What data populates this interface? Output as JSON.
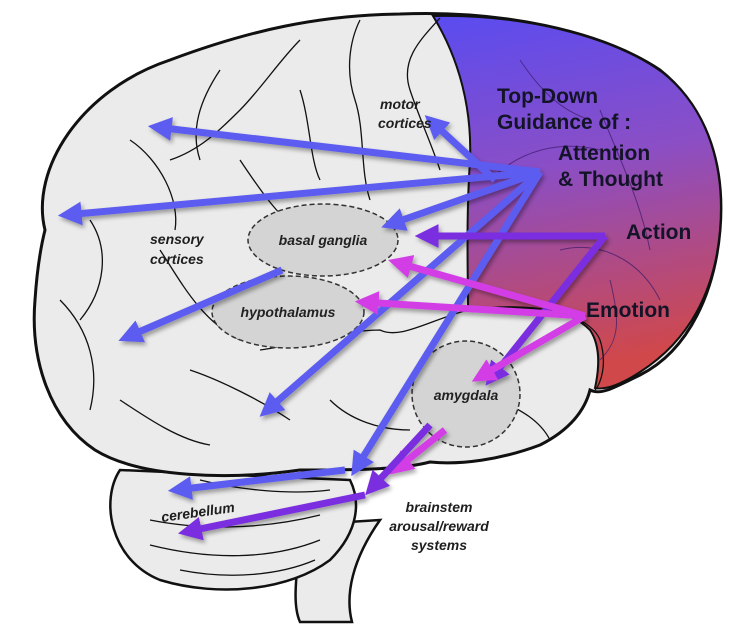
{
  "title_lines": [
    "Top-Down",
    "Guidance of :"
  ],
  "pfc_functions": {
    "attention_lines": [
      "Attention",
      "& Thought"
    ],
    "action": "Action",
    "emotion": "Emotion"
  },
  "regions": {
    "motor_cortices": [
      "motor",
      "cortices"
    ],
    "sensory_cortices": [
      "sensory",
      "cortices"
    ],
    "basal_ganglia": "basal ganglia",
    "hypothalamus": "hypothalamus",
    "amygdala": "amygdala",
    "cerebellum": "cerebellum",
    "brainstem": [
      "brainstem",
      "arousal/reward",
      "systems"
    ]
  },
  "colors": {
    "brain_fill": "#ebebeb",
    "outline": "#111111",
    "oval_fill": "#d4d4d4",
    "pfc_top": "#5a4cf0",
    "pfc_mid": "#8a50c8",
    "pfc_bottom": "#cc4a4a",
    "attention_arrow": "#5d5cf0",
    "action_arrow": "#7a2ee0",
    "emotion_arrow": "#d23ee6"
  },
  "arrows": [
    {
      "source": "attention",
      "target": "motor cortices",
      "color": "attention"
    },
    {
      "source": "attention",
      "target": "upper sensory cortex",
      "color": "attention"
    },
    {
      "source": "attention",
      "target": "rear sensory cortex",
      "color": "attention"
    },
    {
      "source": "attention",
      "target": "basal ganglia",
      "color": "attention"
    },
    {
      "source": "attention",
      "target": "temporal cortex",
      "color": "attention"
    },
    {
      "source": "attention",
      "target": "cerebellum",
      "color": "attention"
    },
    {
      "source": "basal ganglia",
      "target": "sensory cortex",
      "color": "attention"
    },
    {
      "source": "action",
      "target": "basal ganglia",
      "color": "action"
    },
    {
      "source": "action",
      "target": "brainstem",
      "color": "action"
    },
    {
      "source": "action",
      "target": "cerebellum",
      "color": "action"
    },
    {
      "source": "emotion",
      "target": "basal ganglia",
      "color": "emotion"
    },
    {
      "source": "emotion",
      "target": "hypothalamus",
      "color": "emotion"
    },
    {
      "source": "emotion",
      "target": "amygdala",
      "color": "emotion"
    },
    {
      "source": "emotion",
      "target": "brainstem",
      "color": "emotion"
    }
  ]
}
